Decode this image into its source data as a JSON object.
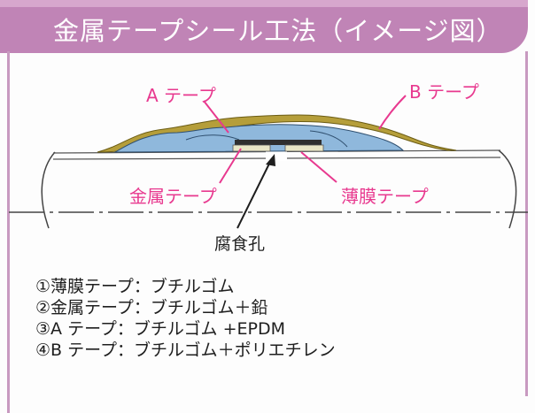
{
  "header": {
    "title": "金属テープシール工法（イメージ図）",
    "color": "#c084b6"
  },
  "diagram": {
    "labels": {
      "tape_a": "A テープ",
      "tape_b": "B テープ",
      "metal_tape": "金属テープ",
      "thin_film_tape": "薄膜テープ",
      "corrosion_hole": "腐食孔"
    },
    "colors": {
      "label_pink": "#e8398f",
      "tape_a": "#8fb8dc",
      "tape_b": "#b59e3a",
      "metal_tape": "#2f2f2f",
      "thin_film_tape": "#e9e6c6"
    }
  },
  "legend": {
    "items": [
      "①薄膜テープ：ブチルゴム",
      "②金属テープ：ブチルゴム＋鉛",
      "③A テープ：ブチルゴム +EPDM",
      "④B テープ：ブチルゴム＋ポリエチレン"
    ]
  }
}
